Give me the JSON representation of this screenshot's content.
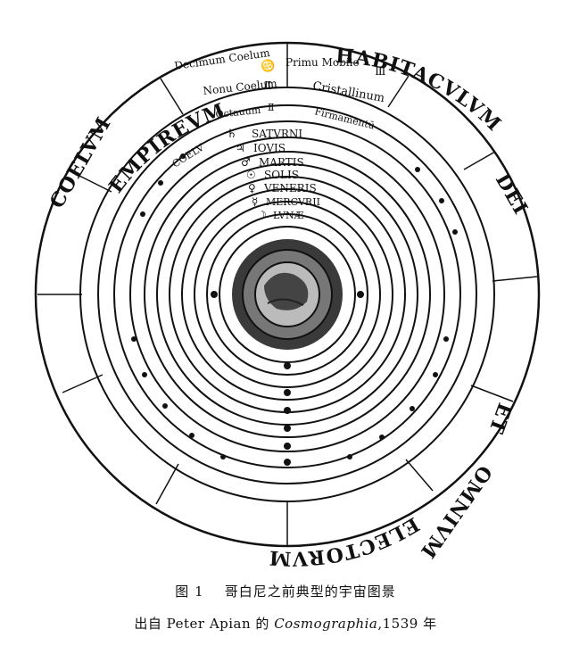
{
  "outer_words": [
    "EMPIREVM",
    "HABITACVLVM",
    "DEI",
    "ET",
    "OMNIVM",
    "ELECTORVM",
    "COELVM"
  ],
  "spheres": [
    {
      "label": "Decimum Coelum",
      "symbol": "♋"
    },
    {
      "label": "Primu Mobile",
      "symbol": "Ⅲ"
    },
    {
      "label": "Nonu Coelum",
      "symbol": "Ⅱ"
    },
    {
      "label": "Cristallinum",
      "symbol": ""
    },
    {
      "label": "Octauum",
      "symbol": "Ⅱ"
    },
    {
      "label": "Firmamentū",
      "symbol": ""
    },
    {
      "label": "COELV",
      "symbol": "♄"
    },
    {
      "label": "SATVRNI",
      "symbol": ""
    },
    {
      "label": "IOVIS",
      "symbol": "♃"
    },
    {
      "label": "MARTIS",
      "symbol": "♂"
    },
    {
      "label": "SOLIS",
      "symbol": "☉"
    },
    {
      "label": "VENERIS",
      "symbol": "♀"
    },
    {
      "label": "MERCVRII",
      "symbol": "☿"
    },
    {
      "label": "LVNÆ",
      "symbol": "☽"
    }
  ],
  "caption": {
    "line1_prefix": "图 1",
    "line1_text": "哥白尼之前典型的宇宙图景",
    "line2_pre": "出自 Peter Apian 的 ",
    "line2_title": "Cosmographia",
    "line2_post": ",1539 年"
  }
}
